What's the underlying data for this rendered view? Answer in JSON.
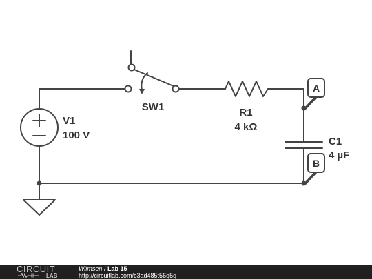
{
  "schematic": {
    "source": {
      "name": "V1",
      "value": "100 V"
    },
    "switch": {
      "name": "SW1"
    },
    "resistor": {
      "name": "R1",
      "value": "4 kΩ"
    },
    "capacitor": {
      "name": "C1",
      "value": "4 µF"
    },
    "probes": [
      {
        "label": "A"
      },
      {
        "label": "B"
      }
    ]
  },
  "colors": {
    "wire": "#444444",
    "footer_bg": "#202020",
    "footer_text": "#ffffff"
  },
  "footer": {
    "logo_top": "CIRCUIT",
    "logo_bottom": "LAB",
    "author": "Wilmsen",
    "separator": "/",
    "title": "Lab 15",
    "url": "http://circuitlab.com/c3ad485t56q5q"
  }
}
